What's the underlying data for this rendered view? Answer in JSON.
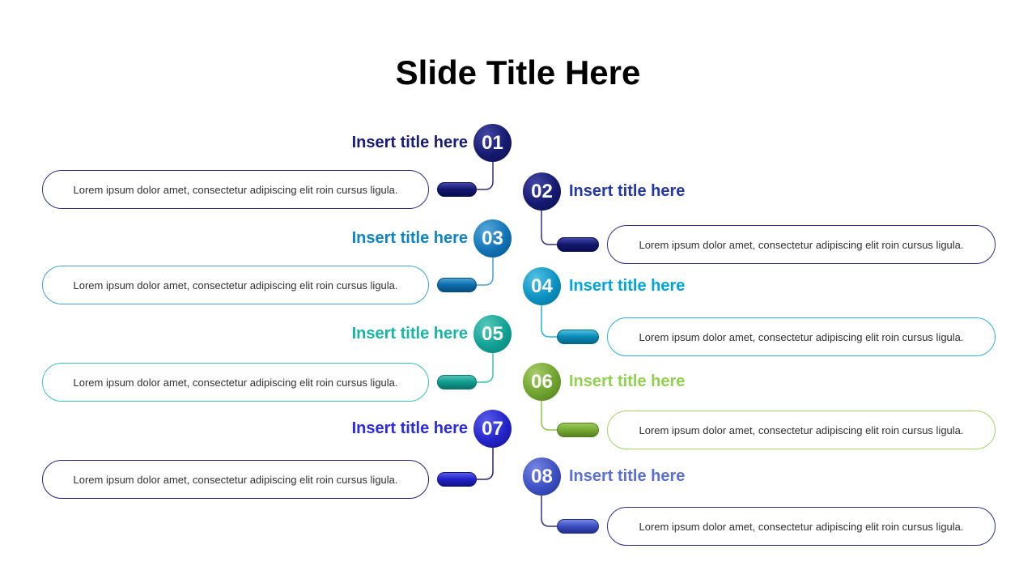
{
  "slide": {
    "title": "Slide Title Here",
    "background": "#ffffff",
    "title_color": "#000000",
    "number_text_color": "#ffffff"
  },
  "items": [
    {
      "number": "01",
      "side": "left",
      "title": "Insert title here",
      "description": "Lorem ipsum dolor amet, consectetur adipiscing elit roin cursus ligula.",
      "colors": {
        "circle": "#161a6f",
        "circle_light": "#4347a4",
        "circle_dark": "#0b0e4e",
        "title": "#1a1a78",
        "pill": "#14176d",
        "pill_light": "#4448aa",
        "pill_dark": "#0a0d50",
        "border": "#2f2f87",
        "line": "#2f2f87"
      }
    },
    {
      "number": "02",
      "side": "right",
      "title": "Insert title here",
      "description": "Lorem ipsum dolor amet, consectetur adipiscing elit roin cursus ligula.",
      "colors": {
        "circle": "#161a6f",
        "circle_light": "#4347a4",
        "circle_dark": "#0b0e4e",
        "title": "#2336a8",
        "pill": "#14176d",
        "pill_light": "#4448aa",
        "pill_dark": "#0a0d50",
        "border": "#2f2f87",
        "line": "#2f2f87"
      }
    },
    {
      "number": "03",
      "side": "left",
      "title": "Insert title here",
      "description": "Lorem ipsum dolor amet, consectetur adipiscing elit roin cursus ligula.",
      "colors": {
        "circle": "#1173b6",
        "circle_light": "#55a8d8",
        "circle_dark": "#0a5186",
        "title": "#0d85c5",
        "pill": "#0c6cac",
        "pill_light": "#4ba4d4",
        "pill_dark": "#074f80",
        "border": "#41a3d8",
        "line": "#41a3d8"
      }
    },
    {
      "number": "04",
      "side": "right",
      "title": "Insert title here",
      "description": "Lorem ipsum dolor amet, consectetur adipiscing elit roin cursus ligula.",
      "colors": {
        "circle": "#0b92c3",
        "circle_light": "#53c0e2",
        "circle_dark": "#066c92",
        "title": "#00a5dc",
        "pill": "#0a8ab8",
        "pill_light": "#4cc2e0",
        "pill_dark": "#056788",
        "border": "#29b2e0",
        "line": "#29b2e0"
      }
    },
    {
      "number": "05",
      "side": "left",
      "title": "Insert title here",
      "description": "Lorem ipsum dolor amet, consectetur adipiscing elit roin cursus ligula.",
      "colors": {
        "circle": "#12a195",
        "circle_light": "#55c8ba",
        "circle_dark": "#0a7a70",
        "title": "#17b5a4",
        "pill": "#119c90",
        "pill_light": "#52c6b8",
        "pill_dark": "#0a746a",
        "border": "#38c3b4",
        "line": "#38c3b4"
      }
    },
    {
      "number": "06",
      "side": "right",
      "title": "Insert title here",
      "description": "Lorem ipsum dolor amet, consectetur adipiscing elit roin cursus ligula.",
      "colors": {
        "circle": "#6fa32f",
        "circle_light": "#a6cc68",
        "circle_dark": "#4f7a1e",
        "title": "#92d050",
        "pill": "#76ab33",
        "pill_light": "#9cc95e",
        "pill_dark": "#558022",
        "border": "#a6d468",
        "line": "#8cc63f"
      }
    },
    {
      "number": "07",
      "side": "left",
      "title": "Insert title here",
      "description": "Lorem ipsum dolor amet, consectetur adipiscing elit roin cursus ligula.",
      "colors": {
        "circle": "#2324cb",
        "circle_light": "#5a5ce8",
        "circle_dark": "#141489",
        "title": "#2a2ae0",
        "pill": "#2122ca",
        "pill_light": "#5d5fe8",
        "pill_dark": "#121384",
        "border": "#23237c",
        "line": "#23237c"
      }
    },
    {
      "number": "08",
      "side": "right",
      "title": "Insert title here",
      "description": "Lorem ipsum dolor amet, consectetur adipiscing elit roin cursus ligula.",
      "colors": {
        "circle": "#3d50c3",
        "circle_light": "#7484e0",
        "circle_dark": "#24308f",
        "title": "#5a70d8",
        "pill": "#3c4fc2",
        "pill_light": "#7988e2",
        "pill_dark": "#232e8c",
        "border": "#2f2f87",
        "line": "#2f2f87"
      }
    }
  ]
}
